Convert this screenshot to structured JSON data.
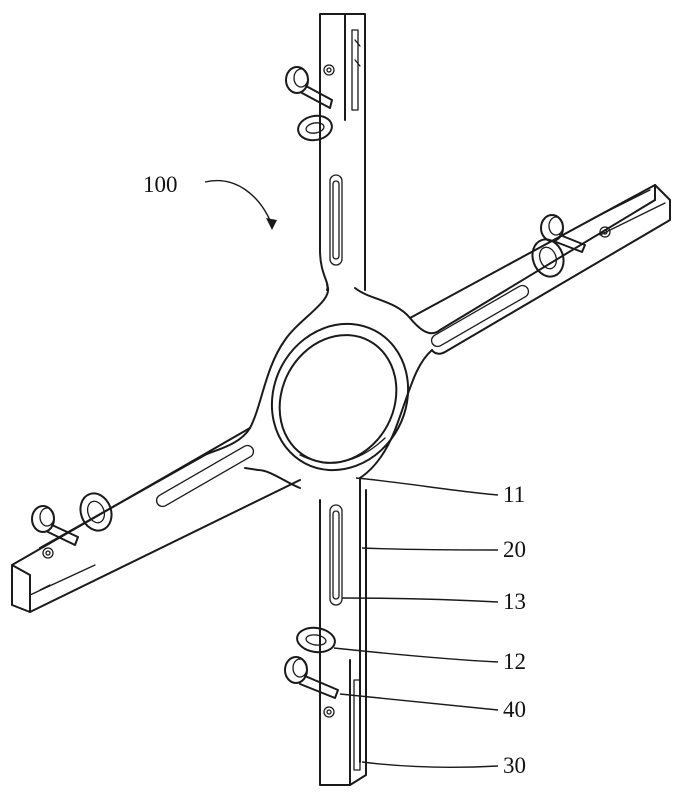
{
  "labels": {
    "assembly": "100",
    "ring": "11",
    "arm_body": "20",
    "slot": "13",
    "ring_nut": "12",
    "screw": "40",
    "slider": "30"
  }
}
